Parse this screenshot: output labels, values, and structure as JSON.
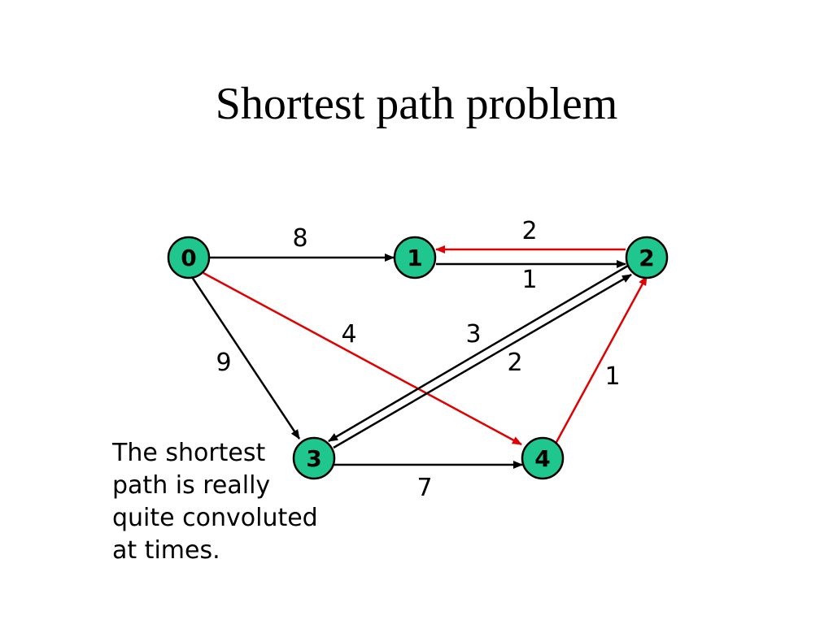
{
  "title": "Shortest path problem",
  "colors": {
    "node_fill": "#1fc78f",
    "node_stroke": "#000000",
    "edge_default": "#000000",
    "edge_highlight": "#e00000"
  },
  "graph": {
    "nodes": [
      {
        "id": "0",
        "label": "0"
      },
      {
        "id": "1",
        "label": "1"
      },
      {
        "id": "2",
        "label": "2"
      },
      {
        "id": "3",
        "label": "3"
      },
      {
        "id": "4",
        "label": "4"
      }
    ],
    "edges": [
      {
        "from": "0",
        "to": "1",
        "weight": "8",
        "highlight": false
      },
      {
        "from": "2",
        "to": "1",
        "weight": "2",
        "highlight": true
      },
      {
        "from": "1",
        "to": "2",
        "weight": "1",
        "highlight": false
      },
      {
        "from": "0",
        "to": "4",
        "weight": "4",
        "highlight": true
      },
      {
        "from": "0",
        "to": "3",
        "weight": "9",
        "highlight": false
      },
      {
        "from": "2",
        "to": "3",
        "weight": "3",
        "highlight": false
      },
      {
        "from": "3",
        "to": "2",
        "weight": "2",
        "highlight": false
      },
      {
        "from": "4",
        "to": "2",
        "weight": "1",
        "highlight": true
      },
      {
        "from": "3",
        "to": "4",
        "weight": "7",
        "highlight": false
      }
    ]
  },
  "note": {
    "lines": [
      "The shortest",
      "path is really",
      "quite convoluted",
      "at times."
    ]
  }
}
